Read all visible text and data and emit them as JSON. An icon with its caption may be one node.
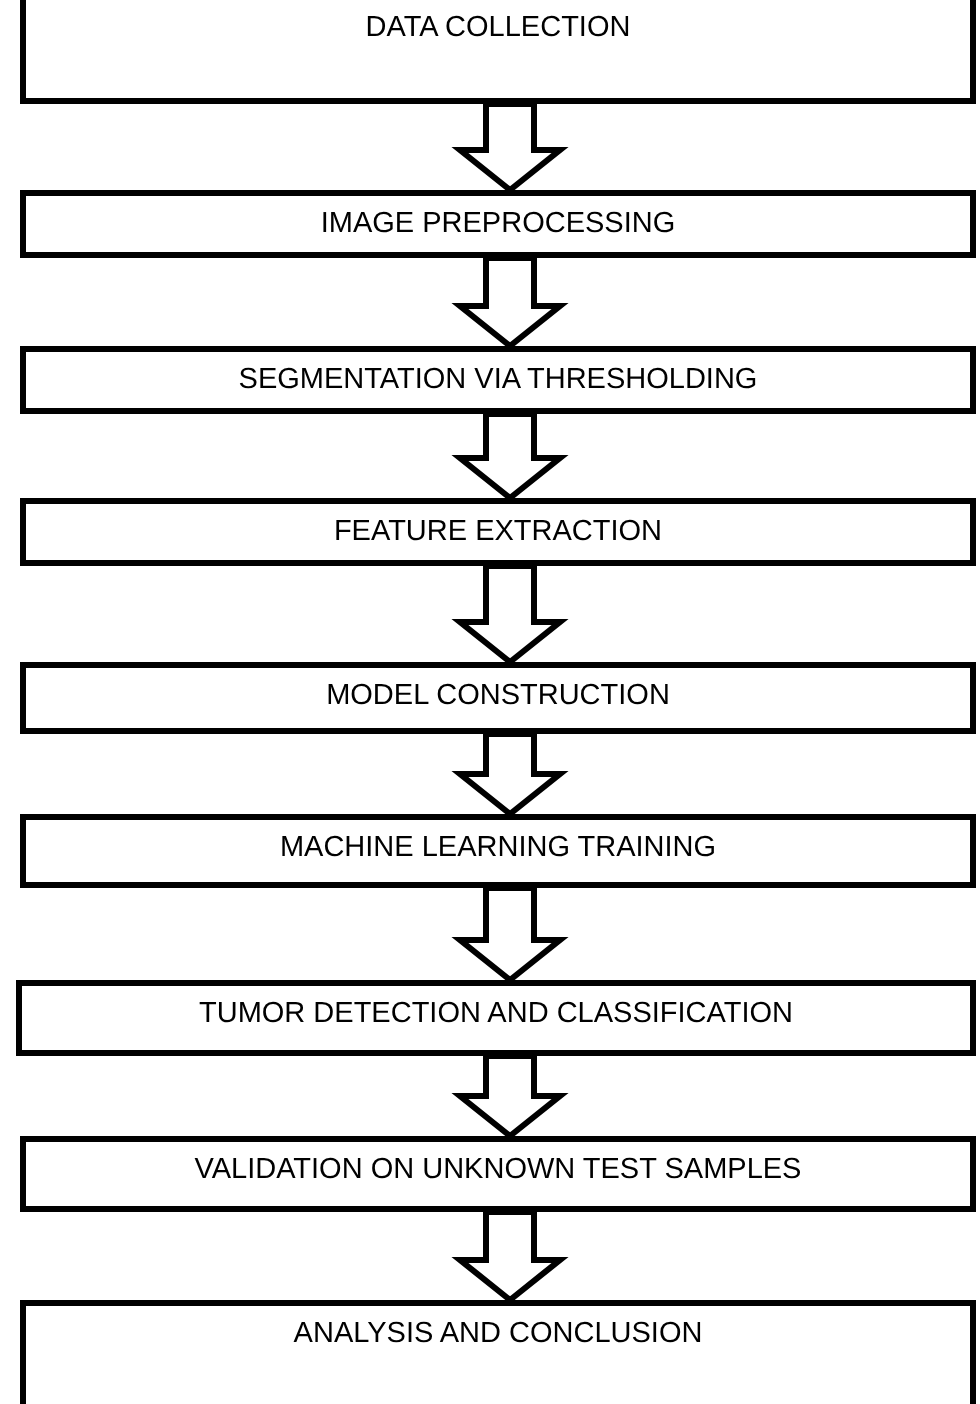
{
  "diagram": {
    "nodes": [
      {
        "text": [
          "DATA COLLECTION"
        ]
      },
      {
        "text": [
          "IMAGE PREPROCESSING"
        ]
      },
      {
        "text": [
          "SEGMENTATION VIA THRESHOLDING"
        ]
      },
      {
        "text": [
          "FEATURE EXTRACTION"
        ]
      },
      {
        "text": [
          "MODEL CONSTRUCTION"
        ]
      },
      {
        "text": [
          "MACHINE LEARNING TRAINING"
        ]
      },
      {
        "text": [
          "TUMOR DETECTION AND CLASSIFICATION"
        ]
      },
      {
        "text": [
          "VALIDATION ON UNKNOWN TEST SAMPLES"
        ]
      },
      {
        "text": [
          "ANALYSIS AND CONCLUSION"
        ]
      }
    ],
    "edges": [
      {
        "from": 0,
        "to": 1,
        "arrow": "to"
      },
      {
        "from": 1,
        "to": 2,
        "arrow": "to"
      },
      {
        "from": 2,
        "to": 3,
        "arrow": "to"
      },
      {
        "from": 3,
        "to": 4,
        "arrow": "to"
      },
      {
        "from": 4,
        "to": 5,
        "arrow": "to"
      },
      {
        "from": 5,
        "to": 6,
        "arrow": "to"
      },
      {
        "from": 6,
        "to": 7,
        "arrow": "to"
      },
      {
        "from": 7,
        "to": 8,
        "arrow": "to"
      }
    ]
  }
}
